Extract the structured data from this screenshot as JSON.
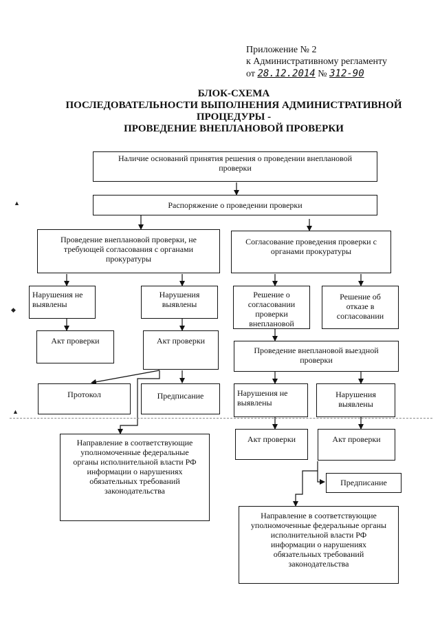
{
  "header": {
    "line1": "Приложение № 2",
    "line2": "к Административному регламенту",
    "from_label": "от",
    "date": "28.12.2014",
    "num_label": "№",
    "number": "312-90"
  },
  "title": {
    "line1": "БЛОК-СХЕМА",
    "line2": "ПОСЛЕДОВАТЕЛЬНОСТИ ВЫПОЛНЕНИЯ АДМИНИСТРАТИВНОЙ",
    "line3": "ПРОЦЕДУРЫ -",
    "line4": "ПРОВЕДЕНИЕ ВНЕПЛАНОВОЙ ПРОВЕРКИ"
  },
  "boxes": {
    "grounds": [
      "Наличие оснований принятия решения о проведении внеплановой",
      "проверки"
    ],
    "order": [
      "Распоряжение о проведении проверки"
    ],
    "no_approval": [
      "Проведение внеплановой проверки, не",
      "требующей согласования с органами",
      "прокуратуры"
    ],
    "approval": [
      "Согласование проведения проверки с",
      "органами прокуратуры"
    ],
    "l_no_violations": [
      "Нарушения не",
      "выявлены"
    ],
    "l_violations": [
      "Нарушения",
      "выявлены"
    ],
    "decision_yes": [
      "Решение о",
      "согласовании",
      "проверки",
      "внеплановой"
    ],
    "decision_no": [
      "Решение об",
      "отказе в",
      "согласовании"
    ],
    "l_act1": [
      "Акт проверки"
    ],
    "l_act2": [
      "Акт проверки"
    ],
    "onsite": [
      "Проведение внеплановой выездной",
      "проверки"
    ],
    "protocol": [
      "Протокол"
    ],
    "l_order": [
      "Предписание"
    ],
    "r_no_violations": [
      "Нарушения не",
      "выявлены"
    ],
    "r_violations": [
      "Нарушения",
      "выявлены"
    ],
    "l_direction": [
      "Направление в соответствующие",
      "уполномоченные федеральные",
      "органы исполнительной власти РФ",
      "информации о нарушениях",
      "обязательных требований",
      "законодательства"
    ],
    "r_act1": [
      "Акт проверки"
    ],
    "r_act2": [
      "Акт проверки"
    ],
    "r_order": [
      "Предписание"
    ],
    "r_direction": [
      "Направление в соответствующие",
      "уполномоченные федеральные органы",
      "исполнительной власти РФ",
      "информации о нарушениях",
      "обязательных требований",
      "законодательства"
    ]
  }
}
